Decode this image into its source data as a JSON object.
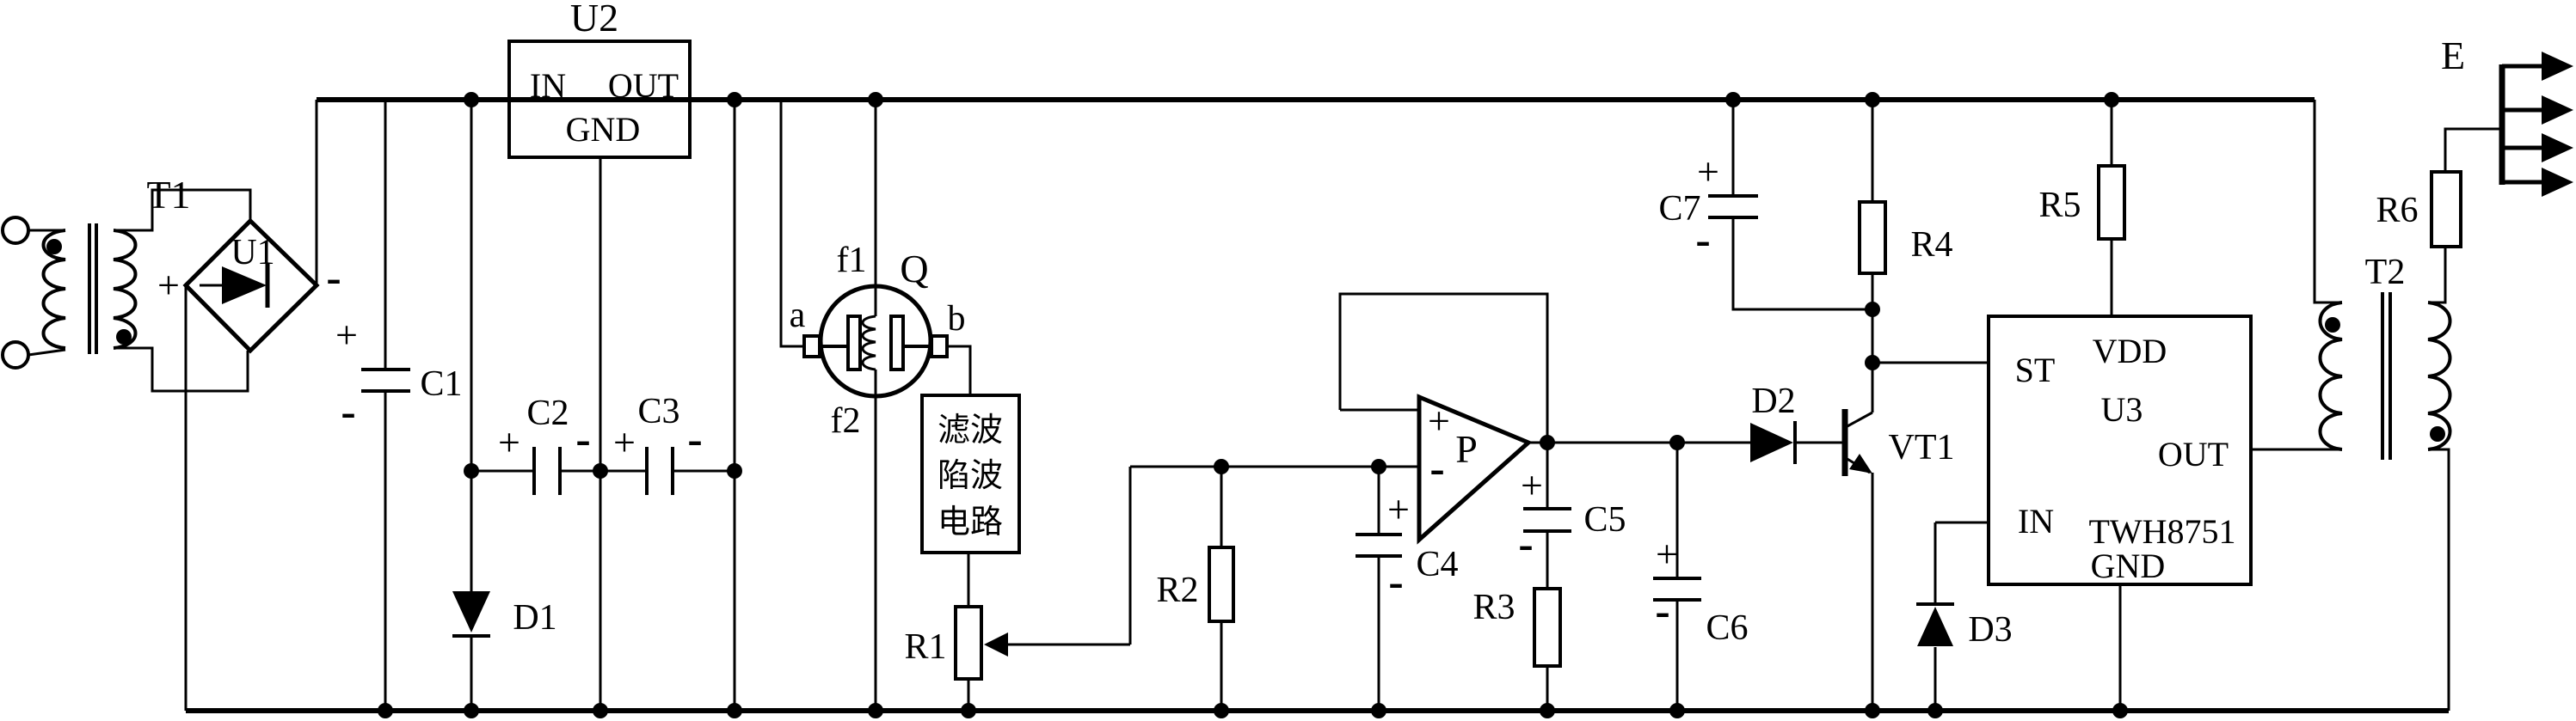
{
  "marks": {
    "plus": "+",
    "minus": "-"
  },
  "components": {
    "t1": "T1",
    "u1": "U1",
    "u2": "U2",
    "c1": "C1",
    "c2": "C2",
    "c3": "C3",
    "d1": "D1",
    "q": "Q",
    "r1": "R1",
    "r2": "R2",
    "c4": "C4",
    "p": "P",
    "c5": "C5",
    "r3": "R3",
    "c6": "C6",
    "d2": "D2",
    "vt1": "VT1",
    "c7": "C7",
    "r4": "R4",
    "r5": "R5",
    "u3": "U3",
    "d3": "D3",
    "t2": "T2",
    "r6": "R6",
    "e": "E"
  },
  "u2_pins": {
    "in": "IN",
    "out": "OUT",
    "gnd": "GND"
  },
  "u3_pins": {
    "st": "ST",
    "vdd": "VDD",
    "out": "OUT",
    "in": "IN",
    "gnd": "GND"
  },
  "u3_part": "TWH8751",
  "q_terminals": {
    "a": "a",
    "b": "b",
    "f1": "f1",
    "f2": "f2"
  },
  "filter_box": {
    "line1": "滤波",
    "line2": "陷波",
    "line3": "电路"
  }
}
